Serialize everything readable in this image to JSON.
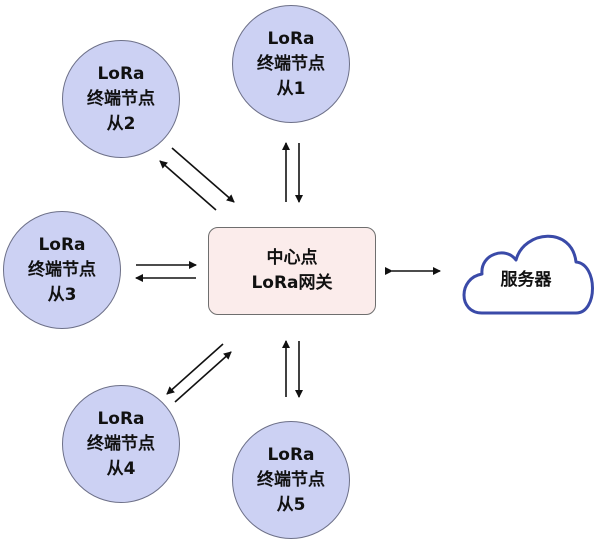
{
  "nodes": {
    "slave1": {
      "line1": "LoRa",
      "line2": "终端节点",
      "line3": "从1"
    },
    "slave2": {
      "line1": "LoRa",
      "line2": "终端节点",
      "line3": "从2"
    },
    "slave3": {
      "line1": "LoRa",
      "line2": "终端节点",
      "line3": "从3"
    },
    "slave4": {
      "line1": "LoRa",
      "line2": "终端节点",
      "line3": "从4"
    },
    "slave5": {
      "line1": "LoRa",
      "line2": "终端节点",
      "line3": "从5"
    }
  },
  "gateway": {
    "line1": "中心点",
    "line2": "LoRa网关"
  },
  "server": {
    "label": "服务器"
  },
  "colors": {
    "node_fill": "#ccd1f3",
    "gateway_fill": "#fbeceb",
    "cloud_stroke": "#3a4aa8",
    "arrow": "#111111"
  }
}
